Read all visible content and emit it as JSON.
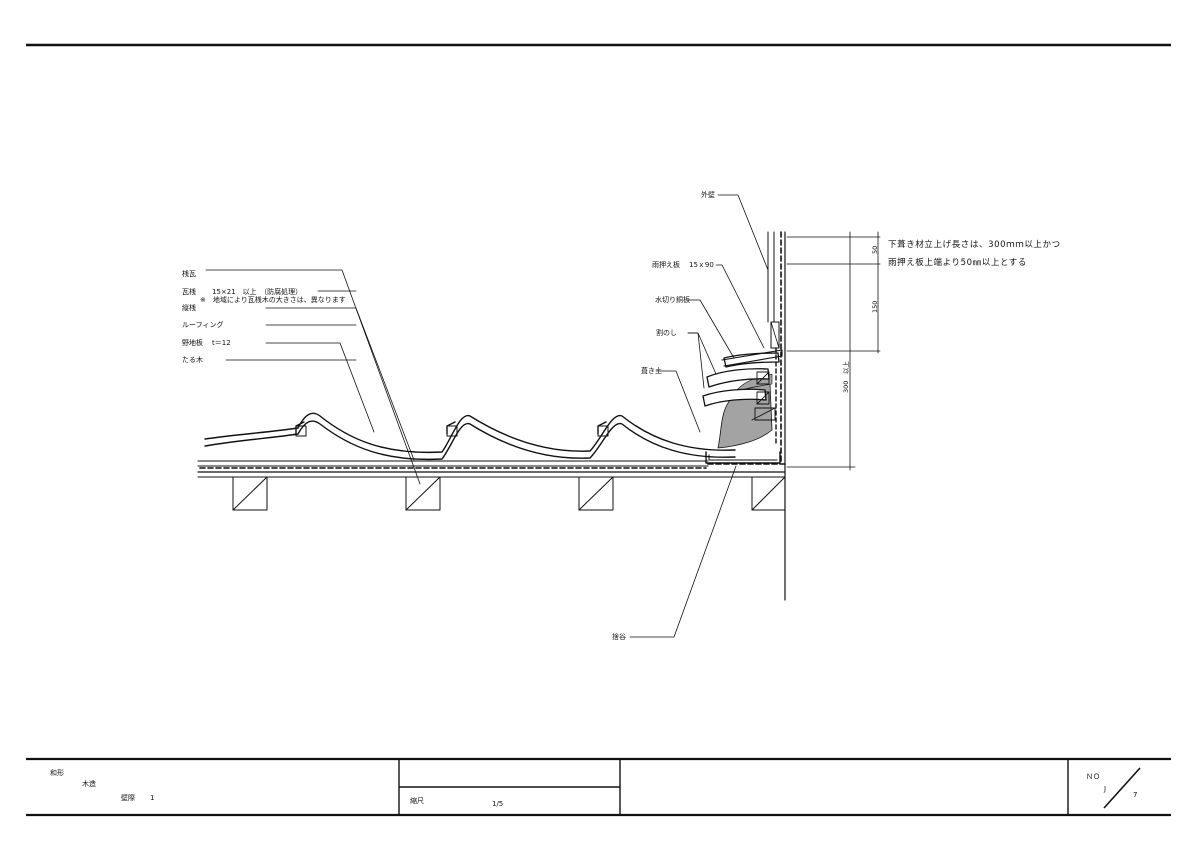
{
  "drawing": {
    "labels": {
      "gangawara": "桟瓦",
      "kawarazan": "瓦桟",
      "kawarazan_spec": "15×21　以上　（防腐処理）",
      "kawarazan_note": "※　地域により瓦桟木の大きさは、異なります",
      "tatezan": "縦桟",
      "roofing": "ルーフィング",
      "nojiita": "野地板",
      "nojiita_spec": "t＝12",
      "taruki": "たる木",
      "gaiheki": "外壁",
      "amaosae": "雨押え板",
      "amaosae_spec": "15ｘ90",
      "mizukiri": "水切り銅板",
      "nokoshi": "割のし",
      "fukitsuchi": "葺き土",
      "suketaru": "捨谷"
    },
    "dimensions": {
      "d50": "50",
      "d150": "150",
      "d300": "300　以上"
    },
    "note": {
      "line1": "下葺き材立上げ長さは、300ｍｍ以上かつ",
      "line2": "雨押え板上端より50㎜以上とする"
    },
    "colors": {
      "ink": "#111111",
      "mortar_fill": "#a3a3a3"
    }
  },
  "title_block": {
    "category": "和形",
    "subcategory": "木造",
    "item": "壁際",
    "item_no": "1",
    "scale_label": "縮尺",
    "scale_value": "1/5",
    "no_label": "ＮＯ",
    "page_current": "J",
    "page_total": "7"
  }
}
